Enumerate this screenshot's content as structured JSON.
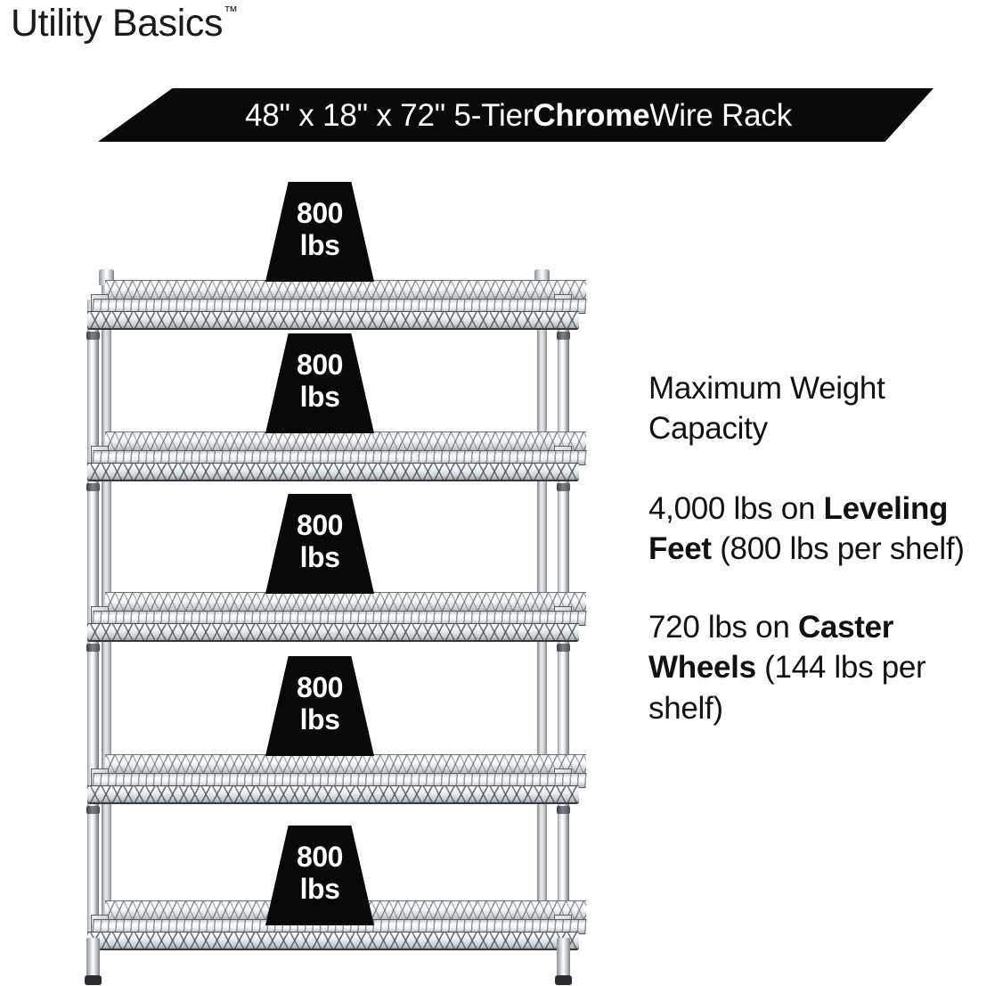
{
  "brand": {
    "name": "Utility Basics",
    "trademark": "™"
  },
  "banner": {
    "prefix": "48\" x 18\" x 72\" 5-Tier ",
    "emphasis": "Chrome",
    "suffix": " Wire Rack",
    "full_text": "48\" x 18\" x 72\" 5-Tier Chrome Wire Rack",
    "background_color": "#0a0a0a",
    "text_color": "#ffffff"
  },
  "specs": {
    "heading": "Maximum Weight Capacity",
    "items": [
      {
        "lead": "4,000 lbs on ",
        "emphasis": "Leveling Feet",
        "tail": " (800 lbs per shelf)",
        "full_text": "4,000 lbs on Leveling Feet (800 lbs per shelf)",
        "total": "4,000 lbs",
        "per_shelf": "800 lbs",
        "mount": "Leveling Feet"
      },
      {
        "lead": "720 lbs on ",
        "emphasis": "Caster Wheels",
        "tail": " (144 lbs per shelf)",
        "full_text": "720 lbs on Caster Wheels (144 lbs per shelf)",
        "total": "720 lbs",
        "per_shelf": "144 lbs",
        "mount": "Caster Wheels"
      }
    ]
  },
  "product": {
    "width_in": "48\"",
    "depth_in": "18\"",
    "height_in": "72\"",
    "tier_count": "5-Tier",
    "finish": "Chrome",
    "type": "Wire Rack",
    "shelf_count": 5
  },
  "callouts": [
    {
      "value": "800",
      "unit": "lbs"
    },
    {
      "value": "800",
      "unit": "lbs"
    },
    {
      "value": "800",
      "unit": "lbs"
    },
    {
      "value": "800",
      "unit": "lbs"
    },
    {
      "value": "800",
      "unit": "lbs"
    }
  ],
  "colors": {
    "background": "#ffffff",
    "ink": "#111111",
    "banner_fill": "#0a0a0a",
    "callout_fill": "#090909",
    "callout_text": "#ffffff",
    "chrome_light": "#ffffff",
    "chrome_mid": "#c6ccd1",
    "chrome_dark": "#5b6267"
  }
}
